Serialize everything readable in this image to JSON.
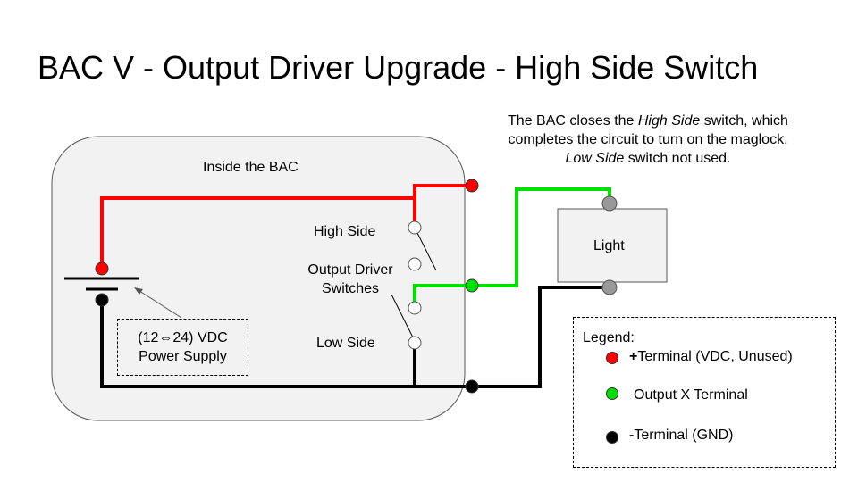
{
  "title": "BAC V - Output Driver Upgrade - High Side Switch",
  "caption": {
    "line1_pre": "The BAC closes the ",
    "line1_em": "High Side",
    "line1_post": " switch, which",
    "line2": "completes the circuit to turn on the maglock.",
    "line3_em": "Low Side",
    "line3_post": " switch not used."
  },
  "bac_label": "Inside the BAC",
  "high_side_label": "High Side",
  "output_driver_label_1": "Output Driver",
  "output_driver_label_2": "Switches",
  "low_side_label": "Low Side",
  "power_supply": {
    "line1": "(12⇔24) VDC",
    "line2": "Power Supply"
  },
  "light_label": "Light",
  "legend": {
    "heading": "Legend:",
    "items": [
      {
        "bold": "+",
        "text": "Terminal (VDC, Unused)",
        "color": "#ff0000"
      },
      {
        "bold": "",
        "text": "Output X Terminal",
        "color": "#00e000"
      },
      {
        "bold": "-",
        "text": "Terminal (GND)",
        "color": "#000000"
      }
    ]
  },
  "colors": {
    "positive": "#ff0000",
    "output": "#00e000",
    "ground": "#000000",
    "bac_fill": "#f2f2f2",
    "light_fill": "#f2f2f2",
    "node_gray": "#999999"
  }
}
